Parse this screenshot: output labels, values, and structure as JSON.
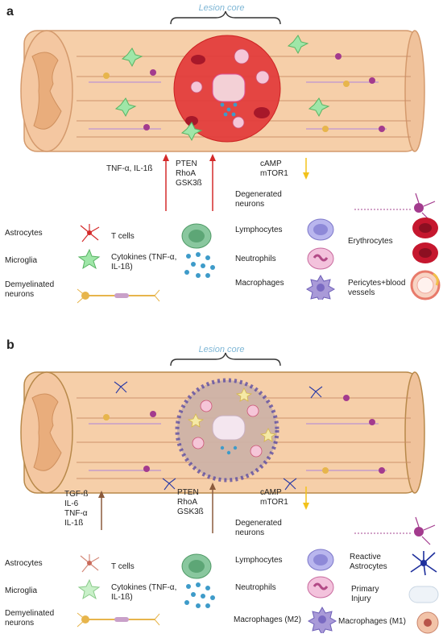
{
  "panel_a": {
    "label": "a",
    "core_label": "Lesion core",
    "factors_left": "TNF-α, IL-1ß",
    "factors_mid": [
      "PTEN",
      "RhoA",
      "GSK3ß"
    ],
    "factors_right": [
      "cAMP",
      "mTOR1"
    ],
    "degenerated": [
      "Degenerated",
      "neurons"
    ],
    "legend": {
      "astrocytes": "Astrocytes",
      "microglia": "Microglia",
      "demyelinated": [
        "Demyelinated",
        "neurons"
      ],
      "tcells": "T cells",
      "cytokines": [
        "Cytokines (TNF-α,",
        "IL-1ß)"
      ],
      "lymphocytes": "Lymphocytes",
      "neutrophils": "Neutrophils",
      "macrophages": "Macrophages",
      "erythrocytes": "Erythrocytes",
      "pericytes": [
        "Pericytes+blood",
        "vessels"
      ]
    },
    "colors": {
      "core": "#e23a3a",
      "arrow_up": "#d42a2a",
      "arrow_down": "#f2c21b"
    }
  },
  "panel_b": {
    "label": "b",
    "core_label": "Lesion core",
    "factors_left": [
      "TGF-ß",
      "IL-6",
      "TNF-α",
      "IL-1ß"
    ],
    "factors_mid": [
      "PTEN",
      "RhoA",
      "GSK3ß"
    ],
    "factors_right": [
      "cAMP",
      "mTOR1"
    ],
    "degenerated": [
      "Degenerated",
      "neurons"
    ],
    "legend": {
      "astrocytes": "Astrocytes",
      "microglia": "Microglia",
      "demyelinated": [
        "Demyelinated",
        "neurons"
      ],
      "tcells": "T cells",
      "cytokines": [
        "Cytokines (TNF-α,",
        "IL-1ß)"
      ],
      "lymphocytes": "Lymphocytes",
      "neutrophils": "Neutrophils",
      "macrophages_m2": "Macrophages (M2)",
      "reactive": [
        "Reactive",
        "Astrocytes"
      ],
      "primary": [
        "Primary",
        "Injury"
      ],
      "macrophages_m1": "Macrophages (M1)"
    },
    "colors": {
      "core": "#c9b4a8",
      "arrow_up": "#8a5a3c",
      "arrow_down": "#f2c21b"
    }
  }
}
